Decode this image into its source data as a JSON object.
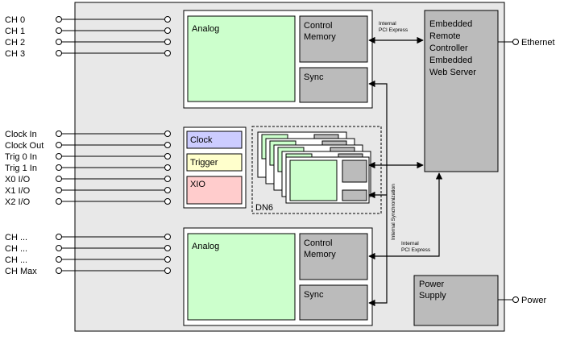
{
  "colors": {
    "chassis": "#e8e8e8",
    "analog": "#ccffcc",
    "gray_block": "#bbbbbb",
    "clock": "#ccccff",
    "trigger": "#ffffcc",
    "xio": "#ffcccc",
    "line": "#000000"
  },
  "left_top_channels": [
    "CH 0",
    "CH 1",
    "CH 2",
    "CH 3"
  ],
  "left_mid_signals": [
    "Clock In",
    "Clock Out",
    "Trig 0 In",
    "Trig 1 In",
    "X0 I/O",
    "X1 I/O",
    "X2 I/O"
  ],
  "left_bottom_channels": [
    "CH ...",
    "CH ...",
    "CH ...",
    "CH Max"
  ],
  "top_module": {
    "analog": "Analog",
    "control_memory": [
      "Control",
      "Memory"
    ],
    "sync": "Sync"
  },
  "bottom_module": {
    "analog": "Analog",
    "control_memory": [
      "Control",
      "Memory"
    ],
    "sync": "Sync"
  },
  "clock_block": {
    "clock": "Clock",
    "trigger": "Trigger",
    "xio": "XIO"
  },
  "dn6_label": "DN6",
  "controller": {
    "lines": [
      "Embedded",
      "Remote",
      "Controller",
      "",
      "Embedded",
      "Web Server"
    ]
  },
  "power_supply": [
    "Power",
    "Supply"
  ],
  "internal_pci_top": [
    "Internal",
    "PCI Express"
  ],
  "internal_pci_bottom": [
    "Internal",
    "PCI Express"
  ],
  "internal_sync": "Internal Synchronization",
  "ethernet_label": "Ethernet",
  "power_label": "Power"
}
